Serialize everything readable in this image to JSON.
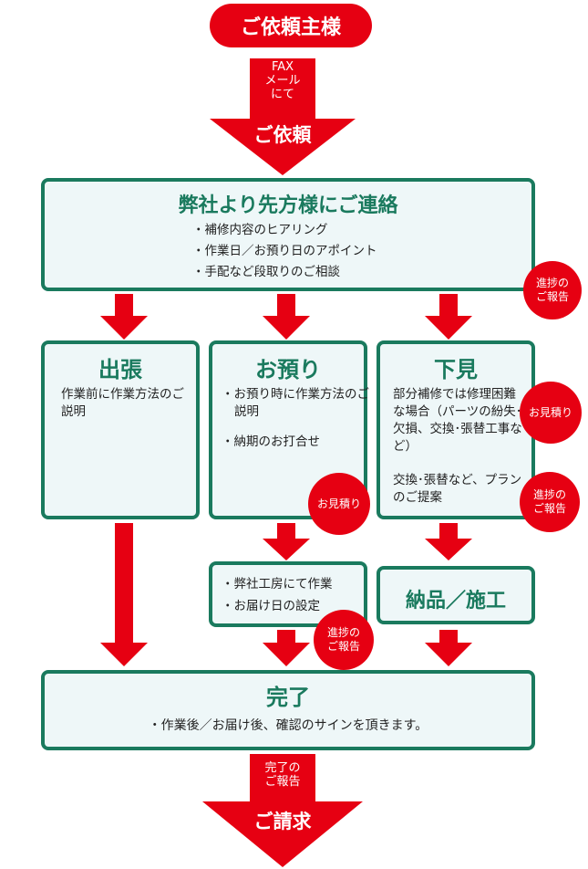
{
  "client": "ご依頼主様",
  "request_arrow": {
    "note": "FAX\nメール\nにて",
    "label": "ご依頼"
  },
  "contact": {
    "title": "弊社より先方様にご連絡",
    "items": [
      "・補修内容のヒアリング",
      "・作業日／お預り日のアポイント",
      "・手配など段取りのご相談"
    ]
  },
  "badges": {
    "progress": "進捗の\nご報告",
    "estimate": "お見積り"
  },
  "shutchou": {
    "title": "出張",
    "text": "作業前に作業方法のご説明"
  },
  "oazukari": {
    "title": "お預り",
    "items": [
      "・お預り時に作業方法のご説明",
      "・納期のお打合せ"
    ]
  },
  "shitami": {
    "title": "下見",
    "text1": "部分補修では修理困難な場合（パーツの紛失･欠損、交換･張替工事など）",
    "text2": "交換･張替など、プランのご提案"
  },
  "workshop": {
    "items": [
      "・弊社工房にて作業",
      "・お届け日の設定"
    ]
  },
  "delivery": {
    "title": "納品／施工"
  },
  "complete": {
    "title": "完了",
    "text": "・作業後／お届け後、確認のサインを頂きます。"
  },
  "invoice_arrow": {
    "note": "完了の\nご報告",
    "label": "ご請求"
  },
  "colors": {
    "red": "#e60012",
    "green": "#1a7a5e",
    "box_bg": "#eef7f8"
  }
}
